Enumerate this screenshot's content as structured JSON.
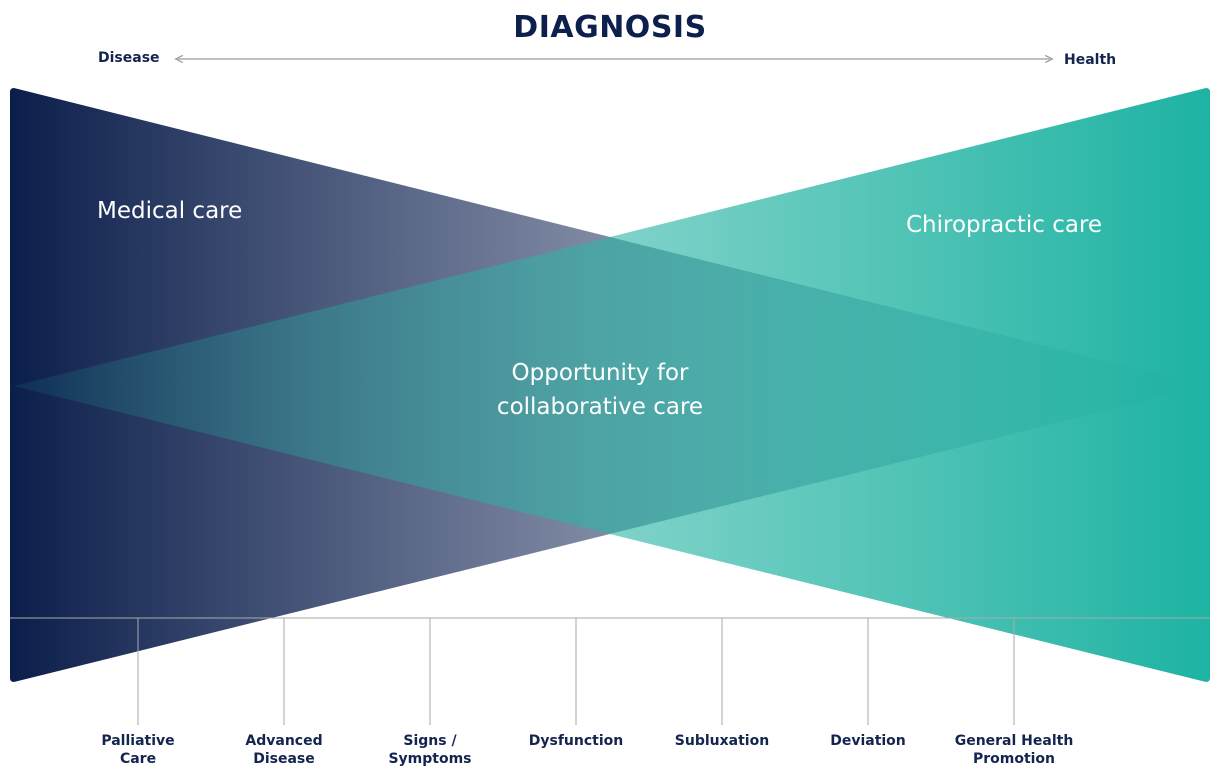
{
  "title": "DIAGNOSIS",
  "axis": {
    "left": "Disease",
    "right": "Health"
  },
  "regions": {
    "medical": "Medical care",
    "chiropractic": "Chiropractic care",
    "overlap_line1": "Opportunity for",
    "overlap_line2": "collaborative care"
  },
  "stages": [
    {
      "line1": "Palliative",
      "line2": "Care"
    },
    {
      "line1": "Advanced",
      "line2": "Disease"
    },
    {
      "line1": "Signs /",
      "line2": "Symptoms"
    },
    {
      "line1": "Dysfunction",
      "line2": ""
    },
    {
      "line1": "Subluxation",
      "line2": ""
    },
    {
      "line1": "Deviation",
      "line2": ""
    },
    {
      "line1": "General Health",
      "line2": "Promotion"
    }
  ],
  "colors": {
    "navy": "#0b1e4b",
    "teal": "#1db3a2"
  }
}
